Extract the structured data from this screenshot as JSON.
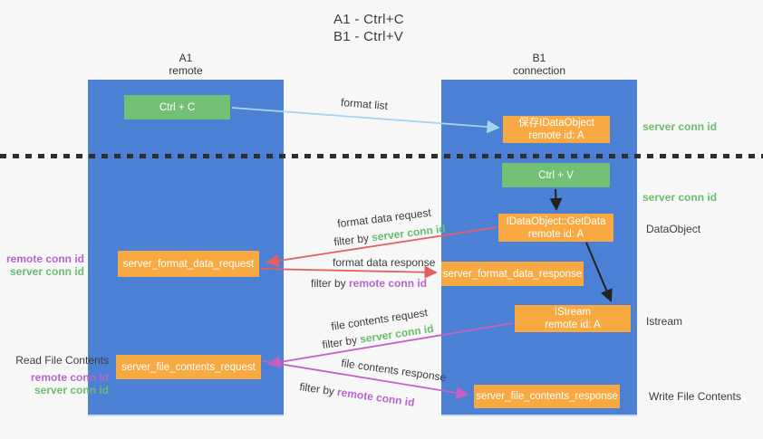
{
  "title": {
    "line1": "A1 - Ctrl+C",
    "line2": "B1 - Ctrl+V"
  },
  "lanes": {
    "a1": {
      "name": "A1",
      "subtitle": "remote"
    },
    "b1": {
      "name": "B1",
      "subtitle": "connection"
    }
  },
  "nodes": {
    "ctrl_c": {
      "label": "Ctrl + C"
    },
    "save_idataobject": {
      "line1": "保存IDataObject",
      "line2": "remote id: A"
    },
    "ctrl_v": {
      "label": "Ctrl + V"
    },
    "idataobject_getdata": {
      "line1": "IDataObject::GetData",
      "line2": "remote id: A"
    },
    "server_format_data_request": {
      "label": "server_format_data_request"
    },
    "server_format_data_response": {
      "label": "server_format_data_response"
    },
    "istream": {
      "line1": "IStream",
      "line2": "remote id: A"
    },
    "server_file_contents_request": {
      "label": "server_file_contents_request"
    },
    "server_file_contents_response": {
      "label": "server_file_contents_response"
    }
  },
  "flows": {
    "format_list": {
      "label": "format list"
    },
    "format_data_request": {
      "label": "format data request",
      "filter_prefix": "filter by",
      "filter_key": "server conn id"
    },
    "format_data_response": {
      "label": "format data response",
      "filter_prefix": "filter by",
      "filter_key": "remote conn id"
    },
    "file_contents_request": {
      "label": "file contents request",
      "filter_prefix": "filter by",
      "filter_key": "server conn id"
    },
    "file_contents_response": {
      "label": "file contents response",
      "filter_prefix": "filter by",
      "filter_key": "remote conn id"
    }
  },
  "side_labels": {
    "right_server_conn_id_top": "server conn id",
    "right_server_conn_id_mid": "server conn id",
    "right_dataobject": "DataObject",
    "right_istream": "Istream",
    "right_write_file_contents": "Write File Contents",
    "left_read_file_contents": "Read File Contents",
    "left_mid_remote": "remote conn id",
    "left_mid_server": "server conn id",
    "left_bottom_remote": "remote conn id",
    "left_bottom_server": "server conn id"
  },
  "colors": {
    "lane_blue": "#4b80d5",
    "action_green": "#74c077",
    "node_orange": "#f8a942",
    "green_text": "#6abd6e",
    "purple_text": "#b764cb",
    "red_arrow": "#e4605f",
    "magenta_arrow": "#c45fc4",
    "lightblue_arrow": "#a5d5f0",
    "black_arrow": "#222222"
  }
}
